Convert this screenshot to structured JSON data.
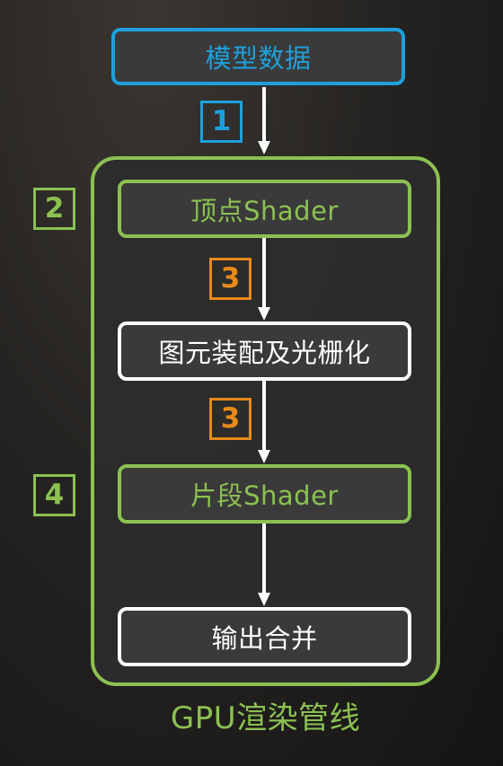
{
  "diagram": {
    "nodes": {
      "model_data": "模型数据",
      "vertex_shader": "顶点Shader",
      "primitive_assembly": "图元装配及光栅化",
      "fragment_shader": "片段Shader",
      "output_merge": "输出合并"
    },
    "badges": {
      "step_1": "1",
      "step_2": "2",
      "step_3a": "3",
      "step_3b": "3",
      "step_4": "4"
    },
    "caption": "GPU渲染管线"
  },
  "colors": {
    "blue": "#1ea0dc",
    "green": "#8cc152",
    "orange": "#e88a1a",
    "white": "#ffffff",
    "box_fill": "#3a3a3a"
  }
}
